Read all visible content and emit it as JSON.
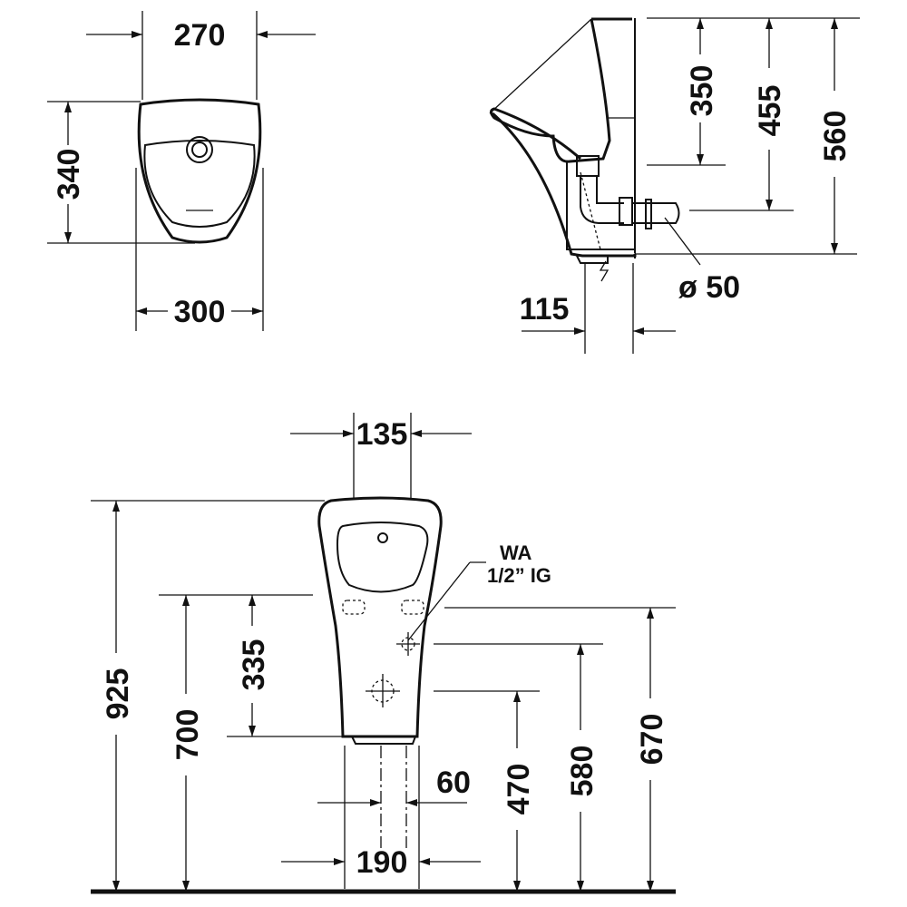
{
  "dimensions": {
    "top_width": "270",
    "top_depth": "340",
    "top_outer_width": "300",
    "side_350": "350",
    "side_455": "455",
    "side_560": "560",
    "side_115": "115",
    "pipe_diameter": "ø 50",
    "front_135": "135",
    "front_925": "925",
    "front_700": "700",
    "front_335": "335",
    "front_670": "670",
    "front_580": "580",
    "front_470": "470",
    "front_60": "60",
    "front_190": "190"
  },
  "labels": {
    "water_inlet": "WA",
    "water_inlet_size": "1/2” IG"
  }
}
